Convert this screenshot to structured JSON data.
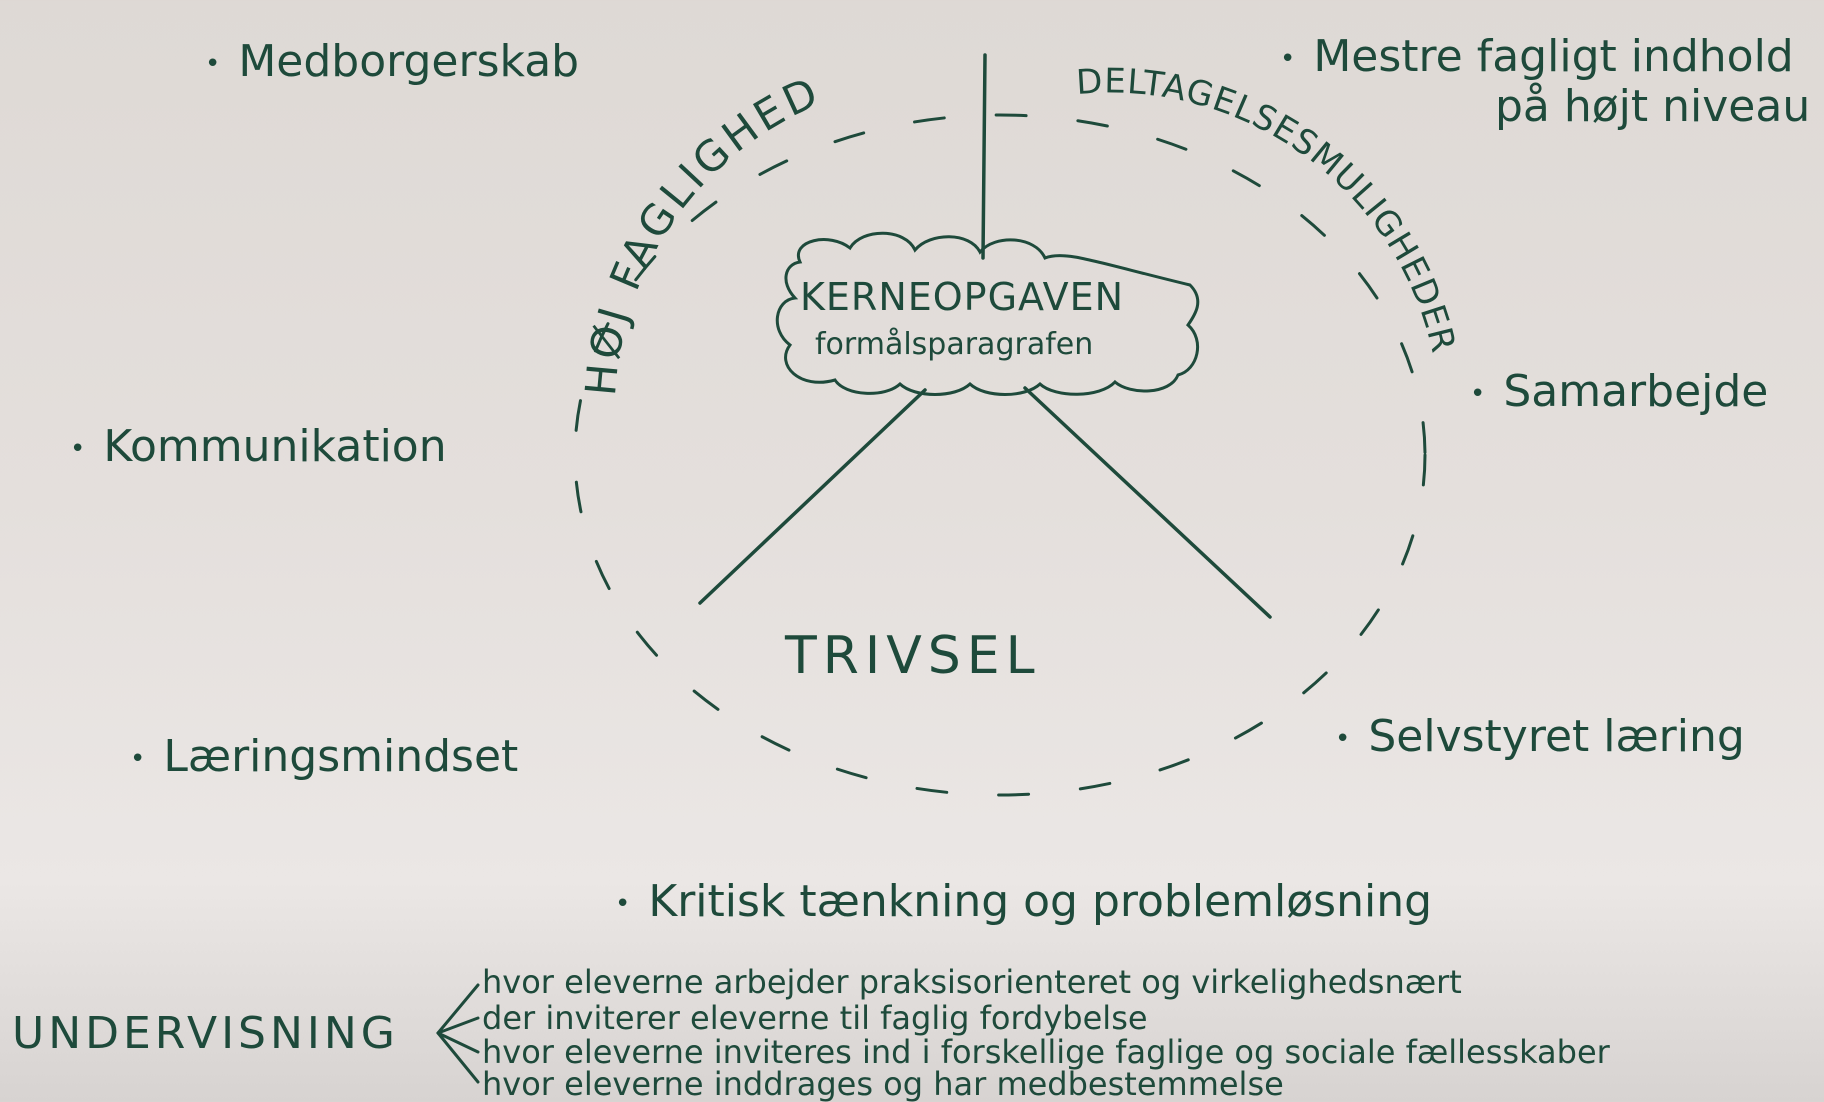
{
  "center": {
    "title": "KERNEOPGAVEN",
    "subtitle": "formålsparagrafen"
  },
  "sectors": {
    "left_arc": "HØJ FAGLIGHED",
    "right_arc": "DELTAGELSESMULIGHEDER",
    "bottom": "TRIVSEL"
  },
  "bullets": {
    "medborgerskab": "Medborgerskab",
    "mestre_line1": "Mestre fagligt indhold",
    "mestre_line2": "på højt niveau",
    "kommunikation": "Kommunikation",
    "samarbejde": "Samarbejde",
    "laeringsmindset": "Læringsmindset",
    "selvstyret": "Selvstyret læring",
    "kritisk": "Kritisk tænkning og problemløsning"
  },
  "undervisning": {
    "label": "UNDERVISNING",
    "lines": [
      "hvor eleverne arbejder praksisorienteret og virkelighedsnært",
      "der inviterer eleverne til faglig fordybelse",
      "hvor eleverne inviteres ind i forskellige faglige og sociale fællesskaber",
      "hvor eleverne inddrages og har medbestemmelse"
    ]
  },
  "colors": {
    "ink": "#1e4a3b",
    "paper": "#e2ddda"
  }
}
